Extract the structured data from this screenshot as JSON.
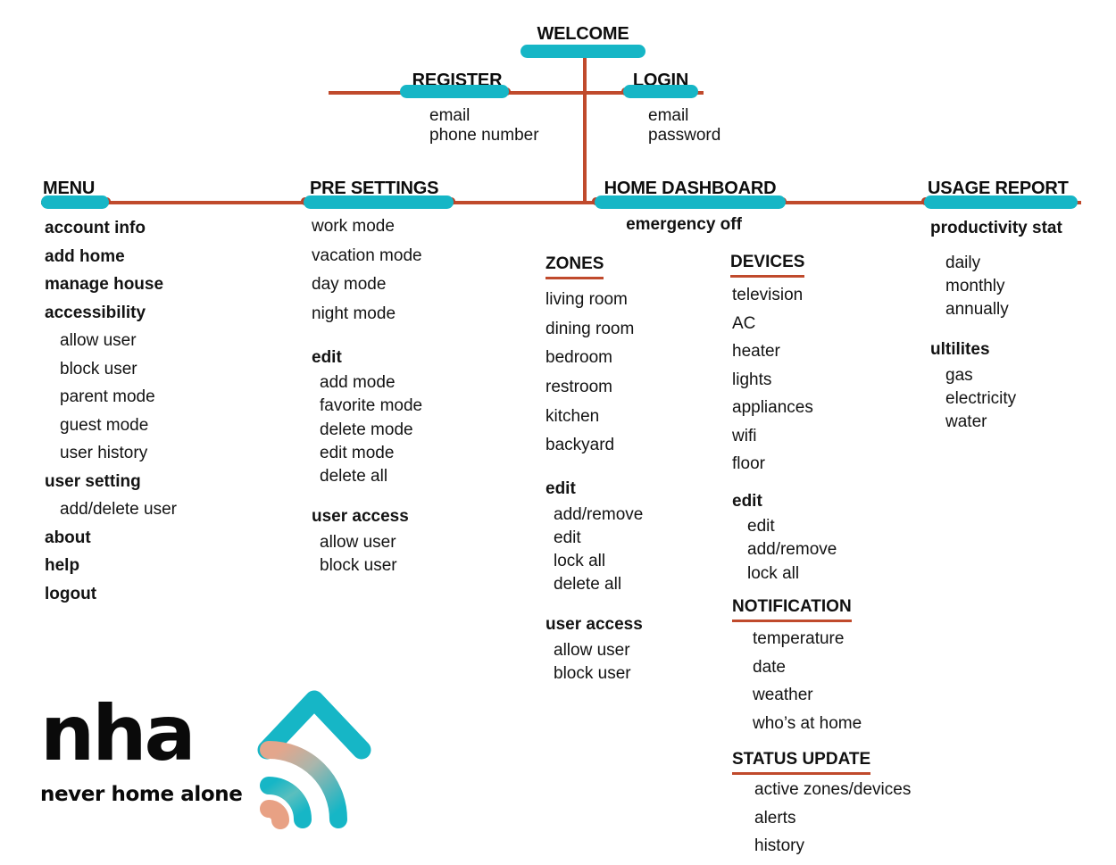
{
  "diagram": {
    "title": "nha app sitemap",
    "colors": {
      "pill": "#16b6c6",
      "connector": "#c04a2c",
      "text": "#111111",
      "accent_salmon": "#e8a184"
    }
  },
  "top": {
    "welcome": {
      "label": "WELCOME"
    },
    "register": {
      "label": "REGISTER",
      "fields": [
        "email",
        "phone number"
      ]
    },
    "login": {
      "label": "LOGIN",
      "fields": [
        "email",
        "password"
      ]
    }
  },
  "menu": {
    "label": "MENU",
    "items": [
      {
        "text": "account info",
        "bold": true,
        "indent": 0
      },
      {
        "text": "add home",
        "bold": true,
        "indent": 0
      },
      {
        "text": "manage house",
        "bold": true,
        "indent": 0
      },
      {
        "text": "accessibility",
        "bold": true,
        "indent": 0
      },
      {
        "text": "allow user",
        "bold": false,
        "indent": 1
      },
      {
        "text": "block user",
        "bold": false,
        "indent": 1
      },
      {
        "text": "parent mode",
        "bold": false,
        "indent": 1
      },
      {
        "text": "guest mode",
        "bold": false,
        "indent": 1
      },
      {
        "text": "user history",
        "bold": false,
        "indent": 1
      },
      {
        "text": "user setting",
        "bold": true,
        "indent": 0
      },
      {
        "text": "add/delete user",
        "bold": false,
        "indent": 1
      },
      {
        "text": "about",
        "bold": true,
        "indent": 0
      },
      {
        "text": "help",
        "bold": true,
        "indent": 0
      },
      {
        "text": "logout",
        "bold": true,
        "indent": 0
      }
    ]
  },
  "pre_settings": {
    "label": "PRE SETTINGS",
    "modes": [
      "work mode",
      "vacation mode",
      "day mode",
      "night mode"
    ],
    "edit": {
      "label": "edit",
      "items": [
        "add mode",
        "favorite mode",
        "delete mode",
        "edit mode",
        "delete all"
      ]
    },
    "user_access": {
      "label": "user access",
      "items": [
        "allow user",
        "block user"
      ]
    }
  },
  "home_dashboard": {
    "label": "HOME DASHBOARD",
    "emergency": "emergency off",
    "zones": {
      "label": "ZONES",
      "items": [
        "living room",
        "dining room",
        "bedroom",
        "restroom",
        "kitchen",
        "backyard"
      ],
      "edit": {
        "label": "edit",
        "items": [
          "add/remove",
          "edit",
          "lock all",
          "delete all"
        ]
      },
      "user_access": {
        "label": "user access",
        "items": [
          "allow user",
          "block user"
        ]
      }
    },
    "devices": {
      "label": "DEVICES",
      "items": [
        "television",
        "AC",
        "heater",
        "lights",
        "appliances",
        "wifi",
        "floor"
      ],
      "edit": {
        "label": "edit",
        "items": [
          "edit",
          "add/remove",
          "lock all"
        ]
      }
    },
    "notification": {
      "label": "NOTIFICATION",
      "items": [
        "temperature",
        "date",
        "weather",
        "who’s at home"
      ]
    },
    "status_update": {
      "label": "STATUS UPDATE",
      "items": [
        "active zones/devices",
        "alerts",
        "history"
      ]
    }
  },
  "usage_report": {
    "label": "USAGE REPORT",
    "productivity": {
      "label": "productivity stat",
      "items": [
        "daily",
        "monthly",
        "annually"
      ]
    },
    "utilities": {
      "label": "ultilites",
      "items": [
        "gas",
        "electricity",
        " water"
      ]
    }
  },
  "logo": {
    "wordmark": "nha",
    "tagline": "never home alone",
    "mark_name": "house-wifi-icon"
  }
}
